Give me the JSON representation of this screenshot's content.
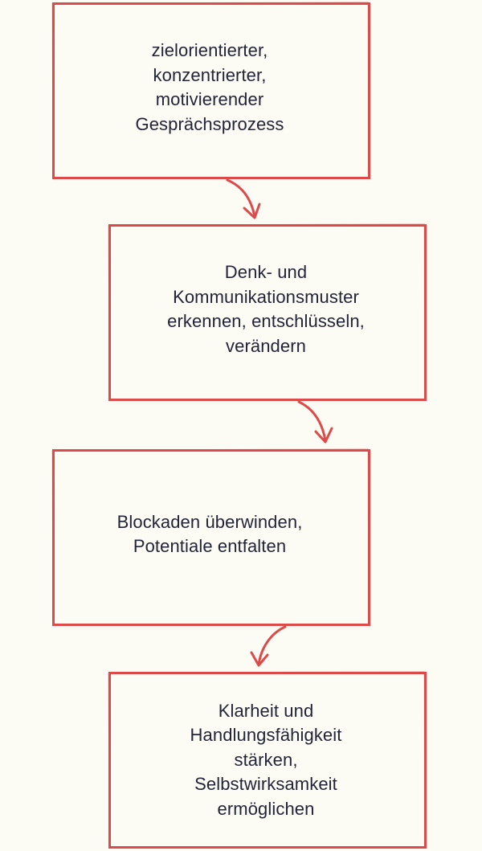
{
  "diagram": {
    "steps": [
      {
        "text": "zielorientierter,\nkonzentrierter,\nmotivierender\nGesprächsprozess"
      },
      {
        "text": "Denk- und\nKommunikationsmuster\nerkennen, entschlüsseln,\nverändern"
      },
      {
        "text": "Blockaden überwinden,\nPotentiale entfalten"
      },
      {
        "text": "Klarheit und\nHandlungsfähigkeit\nstärken,\nSelbstwirksamkeit\nermöglichen"
      }
    ],
    "colors": {
      "stroke": "#dd4a4a",
      "background": "#fdfcf4",
      "text": "#22243a"
    }
  }
}
